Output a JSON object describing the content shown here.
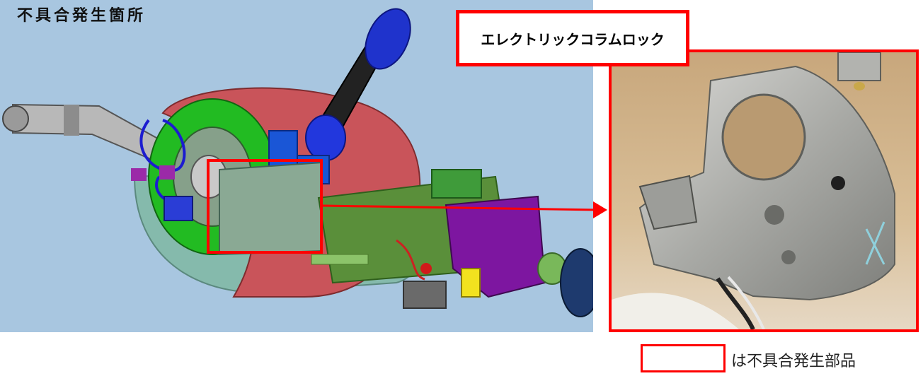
{
  "cad_view": {
    "title": "不具合発生箇所"
  },
  "callout": {
    "label": "エレクトリックコラムロック"
  },
  "legend": {
    "text": "は不具合発生部品"
  },
  "colors": {
    "highlight": "#ff0000",
    "background": "#a8c6e0"
  },
  "icons": {
    "arrow": "right-arrow-icon"
  }
}
